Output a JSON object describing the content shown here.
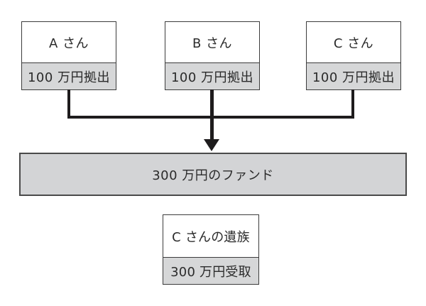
{
  "diagram": {
    "contributors": [
      {
        "name": "A さん",
        "contribution": "100 万円拠出"
      },
      {
        "name": "B さん",
        "contribution": "100 万円拠出"
      },
      {
        "name": "C さん",
        "contribution": "100 万円拠出"
      }
    ],
    "fund": {
      "label": "300 万円のファンド"
    },
    "beneficiary": {
      "name": "C さんの遺族",
      "receipt": "300 万円受取"
    },
    "colors": {
      "section_fill": "#d6d7d8",
      "fund_fill": "#d3d4d6",
      "box_border": "#3c3c3c",
      "line": "#1e1c1d",
      "text": "#2b2b2b",
      "background": "#ffffff"
    }
  }
}
